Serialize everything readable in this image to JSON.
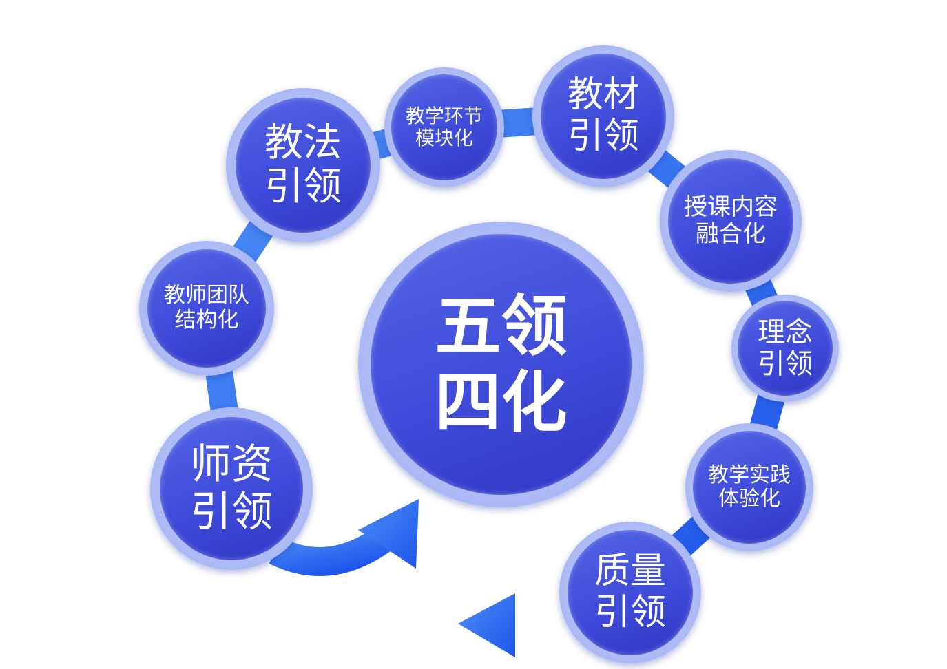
{
  "center": {
    "line1": "五领",
    "line2": "四化"
  },
  "nodes": [
    {
      "line1": "教法",
      "line2": "引领"
    },
    {
      "line1": "教学环节",
      "line2": "模块化"
    },
    {
      "line1": "教材",
      "line2": "引领"
    },
    {
      "line1": "授课内容",
      "line2": "融合化"
    },
    {
      "line1": "理念",
      "line2": "引领"
    },
    {
      "line1": "教学实践",
      "line2": "体验化"
    },
    {
      "line1": "质量",
      "line2": "引领"
    },
    {
      "line1": "师资",
      "line2": "引领"
    },
    {
      "line1": "教师团队",
      "line2": "结构化"
    }
  ],
  "colors": {
    "arrow": "#2a6ef0",
    "node": "#3f4bd9",
    "ring": "#aab8f5"
  }
}
